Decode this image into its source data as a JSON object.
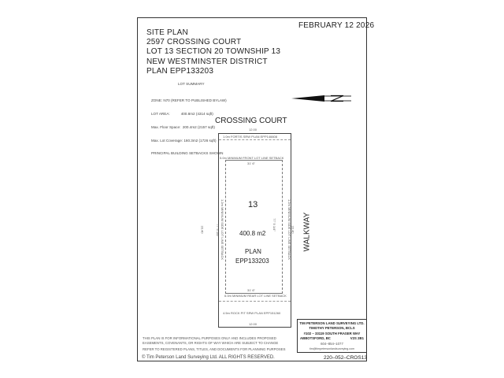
{
  "header": {
    "date": "FEBRUARY 12 2026",
    "title_lines": [
      "SITE PLAN",
      "2597 CROSSING COURT",
      "LOT 13 SECTION 20 TOWNSHIP 13",
      "NEW WESTMINSTER DISTRICT",
      "PLAN EPP133203"
    ]
  },
  "lot_summary": {
    "heading": "LOT SUMMARY",
    "lines": [
      "ZONE: N70 (REFER TO PUBLISHED BYLAW)",
      "LOT AREA:           400.8m2 (4314 sqft)",
      "Max. Floor Space:  200.4m2 (2157 sqft)",
      "Max. Lot Coverage: 160.3m2 (1726 sqft)",
      "PRINCIPAL BUILDING SETBACKS SHOWN"
    ]
  },
  "north_arrow": {
    "icon": "north-arrow-icon",
    "label": "N"
  },
  "plan": {
    "street": "CROSSING COURT",
    "walkway": "WALKWAY",
    "top_width": "12.00",
    "bottom_width": "12.00",
    "left_depth": "33.40",
    "right_depth": "33.40",
    "front_srw": "1.0m FORTIS SRW PLAN EPP146608",
    "front_setback": "5.0m MINIMUM FRONT LOT LINE SETBACK",
    "front_imperial": "31' 6\"",
    "rear_imperial": "31' 6\"",
    "rear_setback": "6.0m MINIMUM REAR LOT LINE SETBACK",
    "rear_srw": "4.5m ROCK PIT SRW PLAN EPP151260",
    "side_setback_left": "1.2m MINIMUM SIDE LOT LINE SETBACK",
    "side_setback_right": "1.2m MINIMUM SIDE LOT LINE SETBACK",
    "side_imperial_left": "77' 5 1/4\"",
    "side_imperial_right": "77' 5 1/4\"",
    "lot_number": "13",
    "area": "400.8 m2",
    "plan_label": "PLAN",
    "plan_number": "EPP133203"
  },
  "disclaimer": {
    "line1": "THIS PLAN IS FOR INFORMATIONAL PURPOSES ONLY AND INCLUDES PROPOSED",
    "line2": "EASEMENTS, COVENANTS, OR RIGHTS OF WAY WHICH ARE SUBJECT TO CHANGE",
    "line3": "REFER TO REGISTERED PLANS, TITLES, AND DOCUMENTS FOR PLANNING PURPOSES",
    "copyright": "© Tim Peterson Land Surveying Ltd.  ALL RIGHTS RESERVED."
  },
  "title_block": {
    "company": "TIM PETERSON LAND SURVEYING LTD.",
    "surveyor": "TIMOTHY PETERSON, BCLS",
    "address1": "#102 – 33119 SOUTH FRASER WAY",
    "city": "ABBOTSFORD, BC",
    "postal": "V2S 2B1",
    "phone": "604–854–1077",
    "email": "tim@timpetersonlandsurveying.com",
    "drawing_number": "220–052–CROS13"
  }
}
